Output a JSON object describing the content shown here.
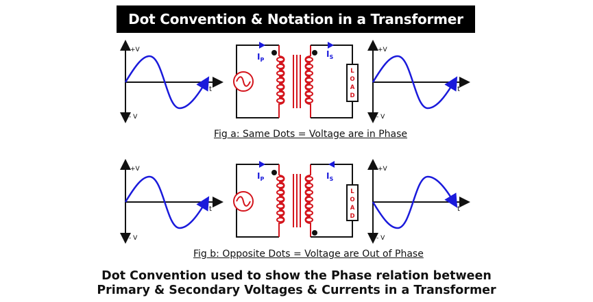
{
  "title": "Dot Convention & Notation in a Transformer",
  "axis_labels": {
    "pos": "+V",
    "neg": "- V",
    "time": "t"
  },
  "current_labels": {
    "primary_main": "I",
    "primary_sub": "P",
    "secondary_main": "I",
    "secondary_sub": "S"
  },
  "load_label": [
    "L",
    "O",
    "A",
    "D"
  ],
  "fig_a_caption": "Fig a: Same Dots = Voltage are in Phase",
  "fig_b_caption": "Fig b: Opposite Dots = Voltage are Out of Phase",
  "summary_line1": "Dot Convention used to show the Phase relation between",
  "summary_line2": "Primary & Secondary Voltages & Currents in a Transformer",
  "colors": {
    "wave": "#1a1adb",
    "coil": "#d4141c",
    "wire": "#111111"
  }
}
